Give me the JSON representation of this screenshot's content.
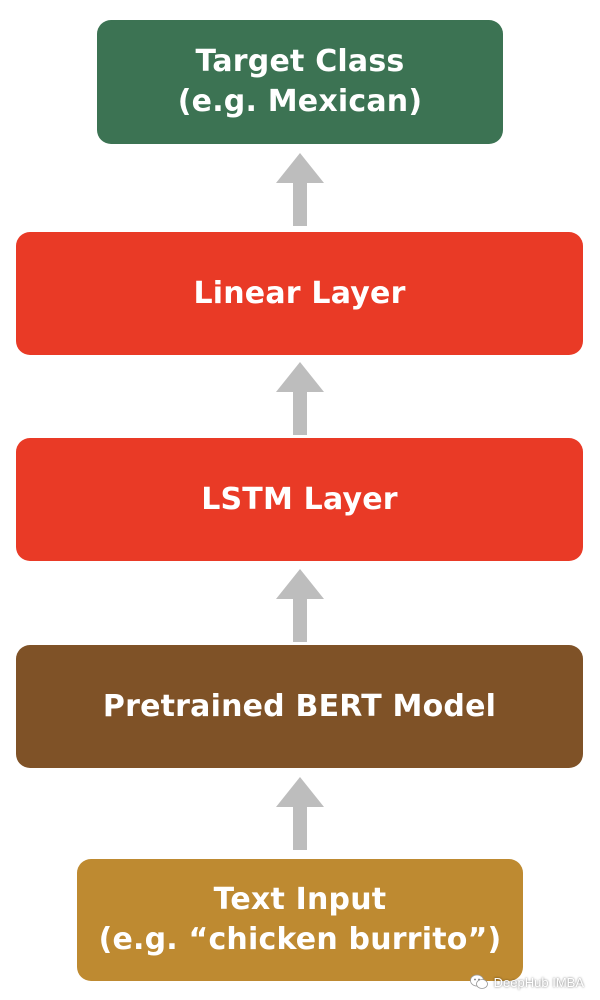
{
  "diagram": {
    "nodes": [
      {
        "id": "target",
        "label": "Target Class\n(e.g. Mexican)",
        "color": "#3C7353"
      },
      {
        "id": "linear",
        "label": "Linear Layer",
        "color": "#E93A26"
      },
      {
        "id": "lstm",
        "label": "LSTM Layer",
        "color": "#E93A26"
      },
      {
        "id": "bert",
        "label": "Pretrained BERT Model",
        "color": "#7F5227"
      },
      {
        "id": "input",
        "label": "Text Input\n(e.g. “chicken burrito”)",
        "color": "#BE8A31"
      }
    ],
    "edges": [
      {
        "from": "input",
        "to": "bert"
      },
      {
        "from": "bert",
        "to": "lstm"
      },
      {
        "from": "lstm",
        "to": "linear"
      },
      {
        "from": "linear",
        "to": "target"
      }
    ],
    "arrow_color": "#BDBDBD"
  },
  "watermark": {
    "icon": "wechat-icon",
    "text": "DeepHub IMBA"
  }
}
